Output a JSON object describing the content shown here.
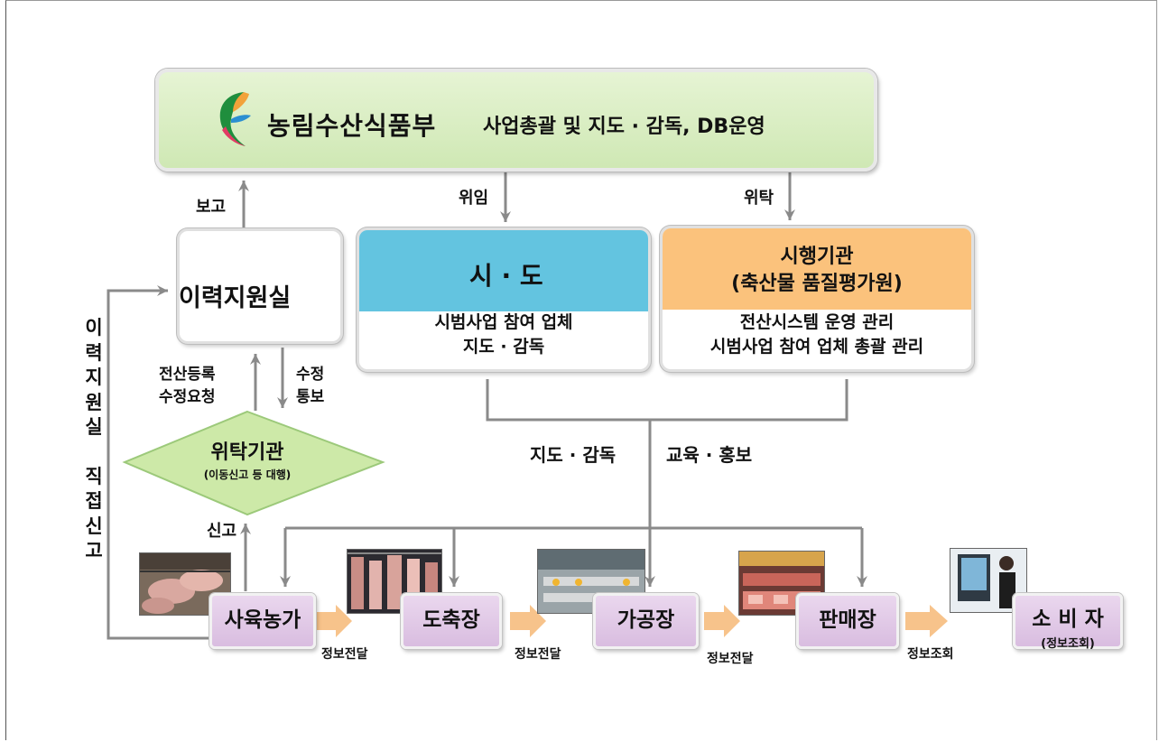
{
  "ministry": {
    "name": "농림수산식품부",
    "role": "사업총괄 및 지도 · 감독, DB운영"
  },
  "arrows": {
    "report": "보고",
    "delegation": "위임",
    "entrustment": "위탁",
    "registration": "전산등록\n수정요청",
    "correction": "수정\n통보",
    "declaration": "신고",
    "guidance": "지도 · 감독",
    "education": "교육 · 홍보"
  },
  "support_office": {
    "label": "이력지원실"
  },
  "direct_report": {
    "label": "이력지원실 직접신고"
  },
  "sido": {
    "title": "시 · 도",
    "desc": "시범사업 참여 업체\n지도 · 감독",
    "header_color": "#63c4e0"
  },
  "agency": {
    "title": "시행기관\n(축산물 품질평가원)",
    "desc": "전산시스템 운영 관리\n시범사업 참여 업체 총괄 관리",
    "header_color": "#fbc27c"
  },
  "entrusted": {
    "title": "위탁기관",
    "subtitle": "(이동신고 등 대행)",
    "color": "#cde9a8"
  },
  "stages": [
    {
      "label": "사육농가"
    },
    {
      "label": "도축장"
    },
    {
      "label": "가공장"
    },
    {
      "label": "판매장"
    }
  ],
  "consumer": {
    "label": "소 비 자",
    "sub": "(정보조회)"
  },
  "flows": [
    "정보전달",
    "정보전달",
    "정보전달",
    "정보조회"
  ],
  "colors": {
    "stage_fill": "#dcc3e2",
    "flow_arrow": "#f7c38b",
    "ministry_fill": "#d6ecbf",
    "line": "#8a8a8a"
  }
}
